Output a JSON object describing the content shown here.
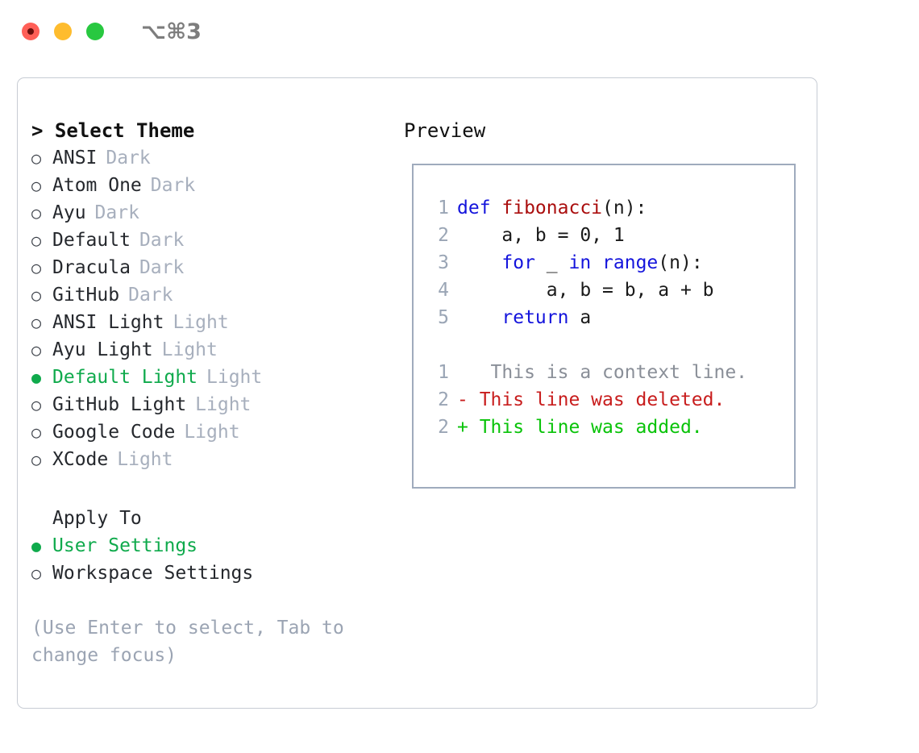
{
  "window": {
    "shortcut": "⌥⌘3",
    "traffic_lights": [
      "close",
      "minimize",
      "maximize"
    ],
    "colors": {
      "close": "#ff5f57",
      "minimize": "#febc2e",
      "maximize": "#28c840"
    }
  },
  "theme_section": {
    "title": "> Select Theme",
    "selected_marker": "●",
    "unselected_marker": "○",
    "items": [
      {
        "name": "ANSI",
        "category": "Dark",
        "selected": false
      },
      {
        "name": "Atom One",
        "category": "Dark",
        "selected": false
      },
      {
        "name": "Ayu",
        "category": "Dark",
        "selected": false
      },
      {
        "name": "Default",
        "category": "Dark",
        "selected": false
      },
      {
        "name": "Dracula",
        "category": "Dark",
        "selected": false
      },
      {
        "name": "GitHub",
        "category": "Dark",
        "selected": false
      },
      {
        "name": "ANSI Light",
        "category": "Light",
        "selected": false
      },
      {
        "name": "Ayu Light",
        "category": "Light",
        "selected": false
      },
      {
        "name": "Default Light",
        "category": "Light",
        "selected": true
      },
      {
        "name": "GitHub Light",
        "category": "Light",
        "selected": false
      },
      {
        "name": "Google Code",
        "category": "Light",
        "selected": false
      },
      {
        "name": "XCode",
        "category": "Light",
        "selected": false
      }
    ]
  },
  "apply_section": {
    "title": "Apply To",
    "items": [
      {
        "name": "User Settings",
        "selected": true
      },
      {
        "name": "Workspace Settings",
        "selected": false
      }
    ]
  },
  "hint": "(Use Enter to select, Tab to change focus)",
  "preview": {
    "title": "Preview",
    "code_lines": [
      {
        "number": "1",
        "tokens": [
          {
            "text": "def ",
            "type": "keyword"
          },
          {
            "text": "fibonacci",
            "type": "function"
          },
          {
            "text": "(n):",
            "type": "plain"
          }
        ]
      },
      {
        "number": "2",
        "tokens": [
          {
            "text": "    a, b = 0, 1",
            "type": "plain"
          }
        ]
      },
      {
        "number": "3",
        "tokens": [
          {
            "text": "    ",
            "type": "plain"
          },
          {
            "text": "for",
            "type": "keyword"
          },
          {
            "text": " _ ",
            "type": "plain"
          },
          {
            "text": "in ",
            "type": "keyword"
          },
          {
            "text": "range",
            "type": "keyword"
          },
          {
            "text": "(n):",
            "type": "plain"
          }
        ]
      },
      {
        "number": "4",
        "tokens": [
          {
            "text": "        a, b = b, a + b",
            "type": "plain"
          }
        ]
      },
      {
        "number": "5",
        "tokens": [
          {
            "text": "    ",
            "type": "plain"
          },
          {
            "text": "return",
            "type": "keyword"
          },
          {
            "text": " a",
            "type": "plain"
          }
        ]
      }
    ],
    "diff_lines": [
      {
        "number": "1",
        "marker": " ",
        "text": "  This is a context line.",
        "type": "context"
      },
      {
        "number": "2",
        "marker": "-",
        "text": " This line was deleted.",
        "type": "deleted"
      },
      {
        "number": "2",
        "marker": "+",
        "text": " This line was added.",
        "type": "added"
      }
    ],
    "colors": {
      "keyword": "#1414dc",
      "function": "#aa0e0e",
      "plain": "#1a1a1a",
      "line_number": "#9aa5b5",
      "context": "#8a8f98",
      "deleted": "#c81d1d",
      "added": "#09c309"
    }
  },
  "accent": {
    "selected_green": "#0faa4c",
    "muted_gray": "#a7afbd",
    "hint_gray": "#9ba4b3",
    "border_gray": "#c7ccd4",
    "panel_border": "#9fabbd"
  }
}
